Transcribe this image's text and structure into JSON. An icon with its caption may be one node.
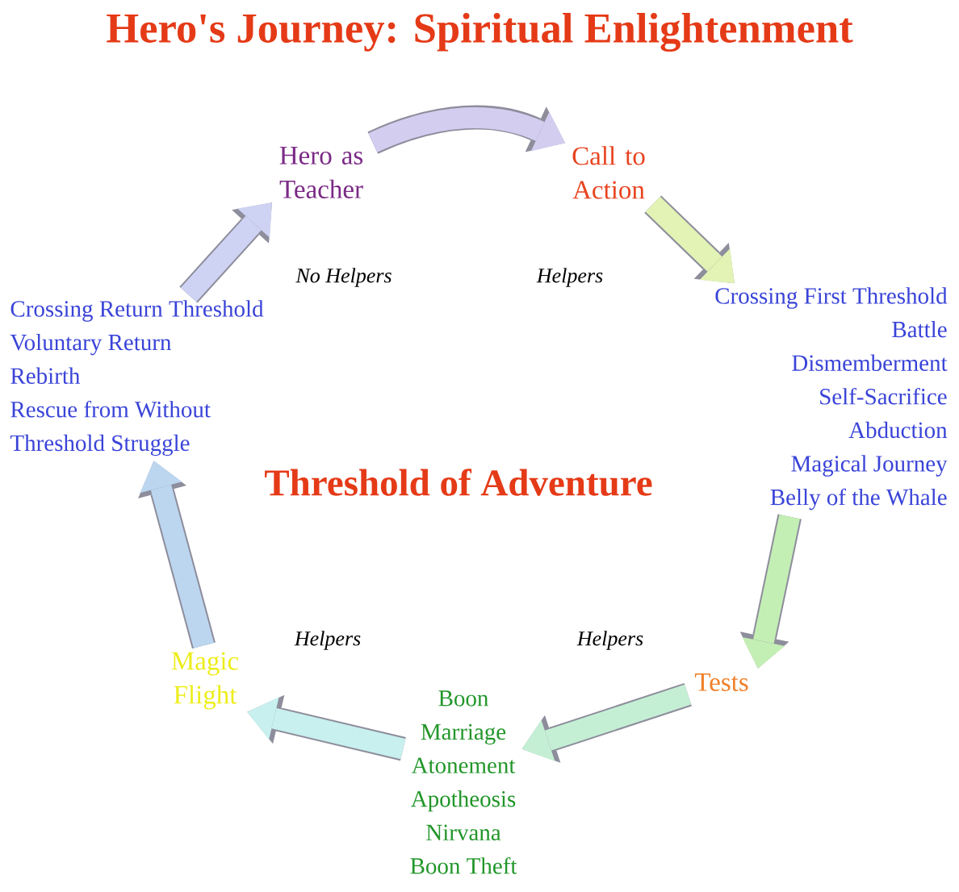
{
  "diagram": {
    "title": "Hero's Journey: Spiritual Enlightenment",
    "nodes": [
      {
        "text": [
          "Hero as Teacher"
        ]
      },
      {
        "text": [
          "Call to Action"
        ]
      },
      {
        "text": [
          "Crossing First Threshold",
          "Battle",
          "Dismemberment",
          "Self-Sacrifice",
          "Abduction",
          "Magical Journey",
          "Belly of the Whale"
        ]
      },
      {
        "text": [
          "Crossing Return Threshold",
          "Voluntary Return",
          "Rebirth",
          "Rescue from Without",
          "Threshold Struggle"
        ]
      },
      {
        "text": [
          "Magic Flight"
        ]
      },
      {
        "text": [
          "Tests"
        ]
      },
      {
        "text": [
          "Boon",
          "Marriage",
          "Atonement",
          "Apotheosis",
          "Nirvana",
          "Boon Theft"
        ]
      }
    ],
    "edges": [
      {
        "from": 0,
        "to": 1,
        "arrow": "to",
        "color": "#d3cdf0"
      },
      {
        "from": 1,
        "to": 2,
        "arrow": "to",
        "color": "#e2f3b5"
      },
      {
        "from": 2,
        "to": 5,
        "arrow": "to",
        "color": "#c4efb4"
      },
      {
        "from": 5,
        "to": 6,
        "arrow": "to",
        "color": "#c5efd5"
      },
      {
        "from": 6,
        "to": 4,
        "arrow": "to",
        "color": "#c8f0ee"
      },
      {
        "from": 4,
        "to": 3,
        "arrow": "to",
        "color": "#bcd6f0"
      },
      {
        "from": 3,
        "to": 0,
        "arrow": "to",
        "color": "#cfd3f3"
      }
    ],
    "labels": [
      "No Helpers",
      "Helpers",
      "Threshold of Adventure",
      "Helpers",
      "Helpers"
    ]
  }
}
